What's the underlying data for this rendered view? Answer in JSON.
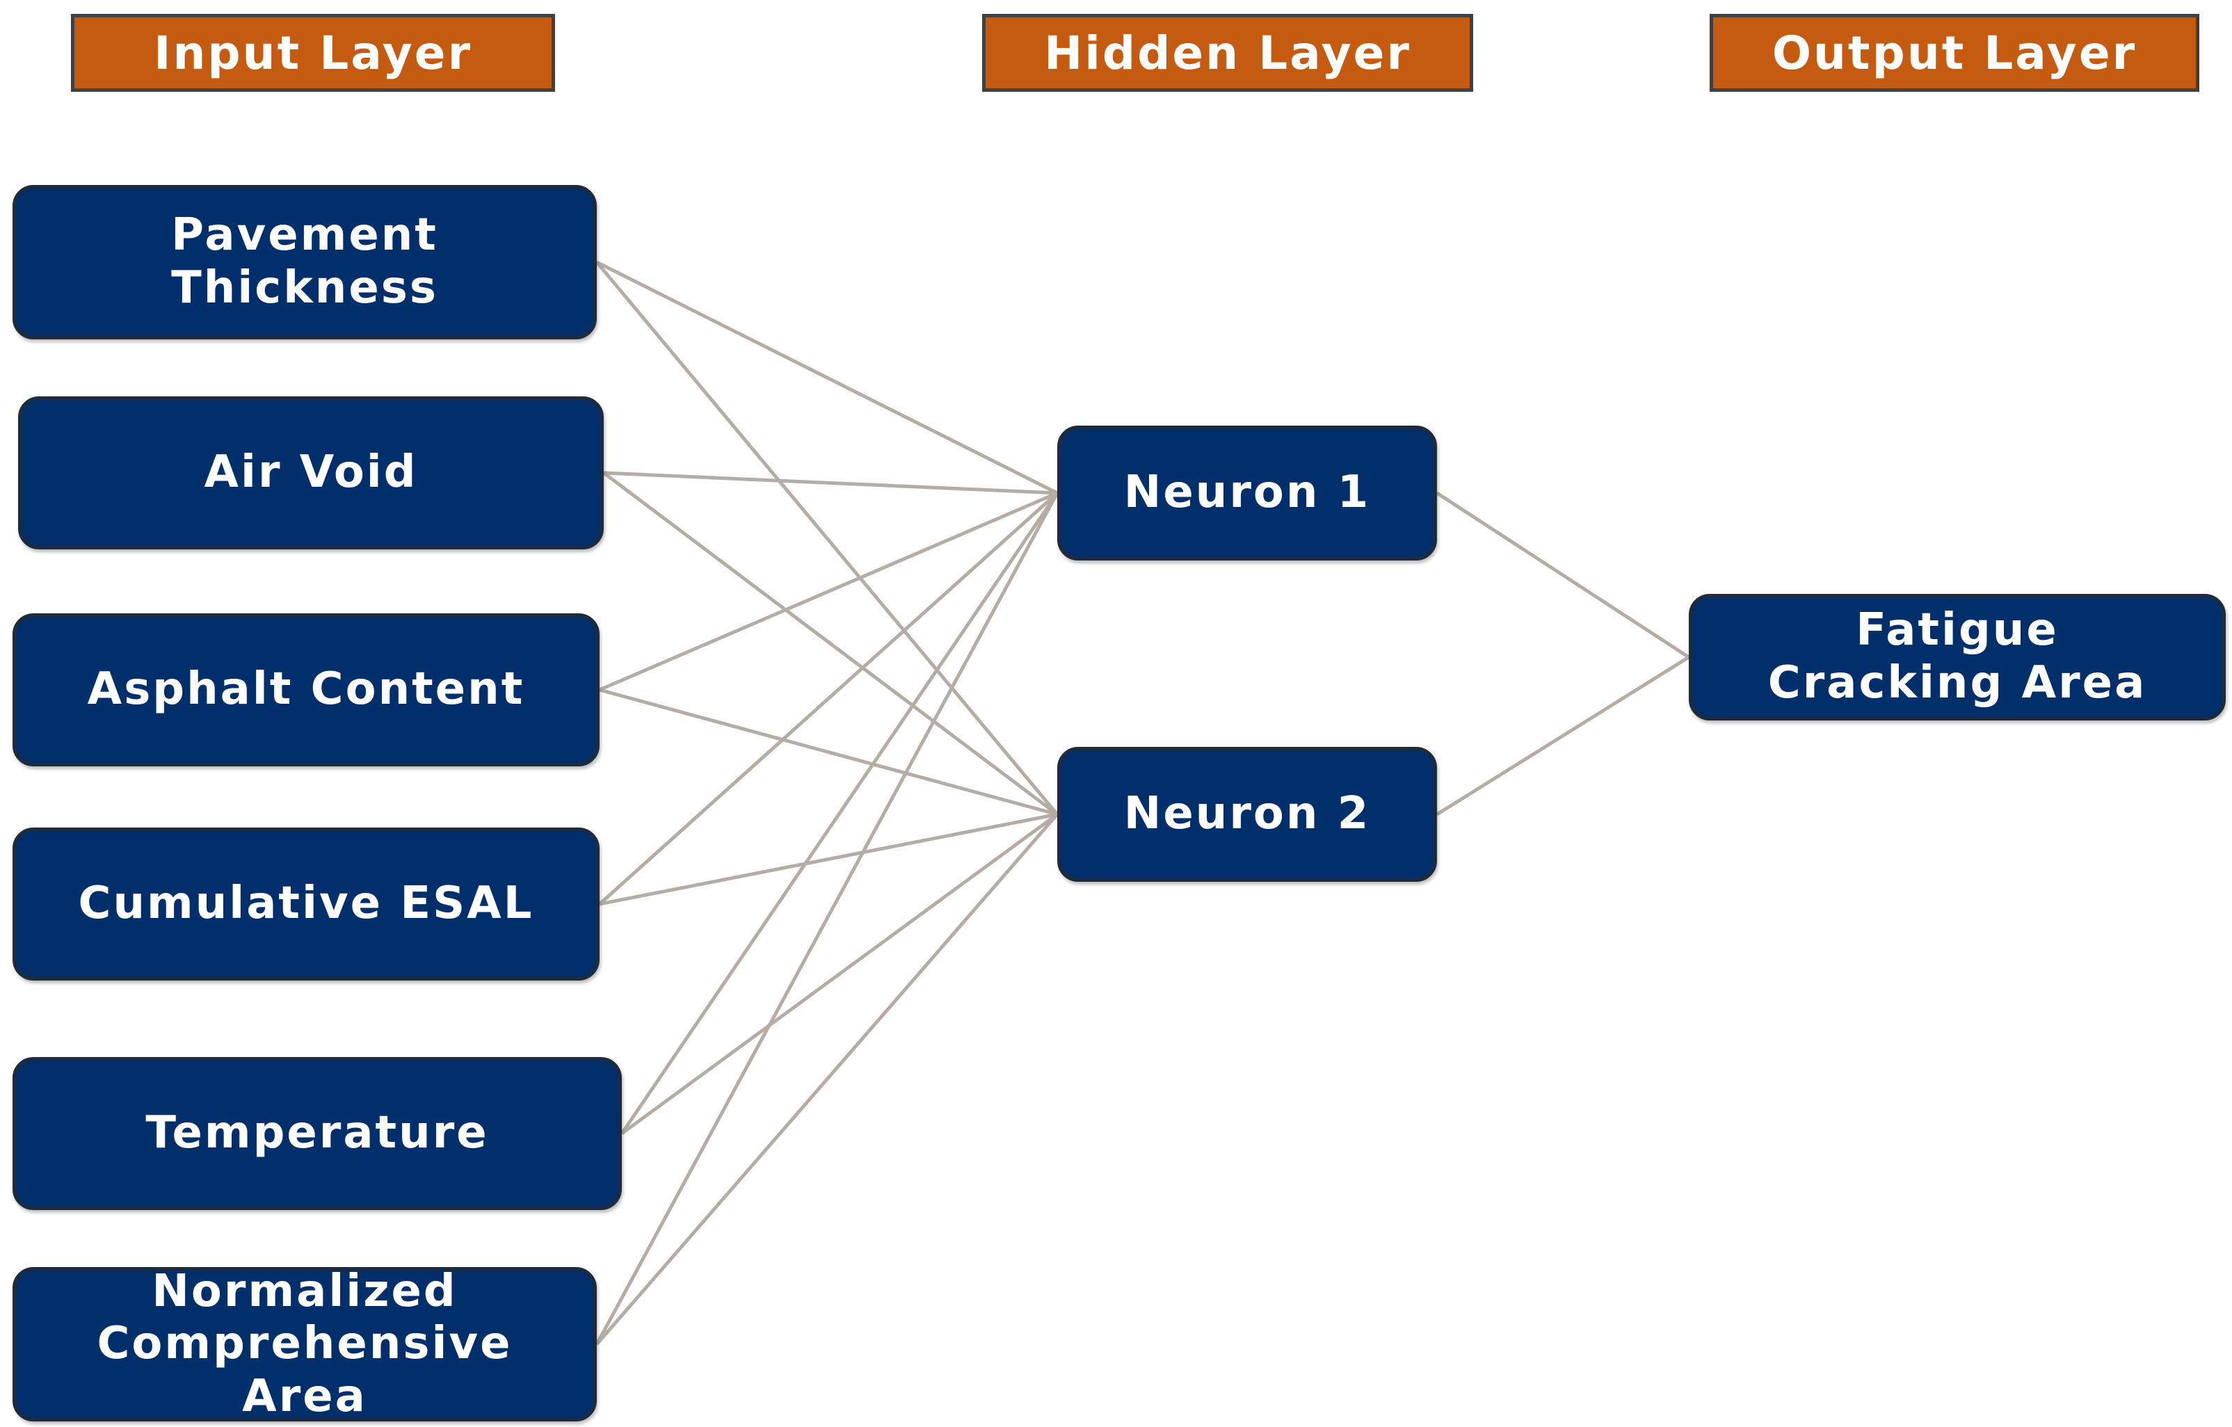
{
  "headers": {
    "input": "Input Layer",
    "hidden": "Hidden Layer",
    "output": "Output Layer"
  },
  "input_nodes": [
    {
      "id": "in1",
      "label": "Pavement\nThickness"
    },
    {
      "id": "in2",
      "label": "Air Void"
    },
    {
      "id": "in3",
      "label": "Asphalt Content"
    },
    {
      "id": "in4",
      "label": "Cumulative ESAL"
    },
    {
      "id": "in5",
      "label": "Temperature"
    },
    {
      "id": "in6",
      "label": "Normalized\nComprehensive\nArea"
    }
  ],
  "hidden_nodes": [
    {
      "id": "h1",
      "label": "Neuron 1"
    },
    {
      "id": "h2",
      "label": "Neuron 2"
    }
  ],
  "output_nodes": [
    {
      "id": "out1",
      "label": "Fatigue\nCracking Area"
    }
  ],
  "edges": [
    [
      "in1",
      "h1"
    ],
    [
      "in1",
      "h2"
    ],
    [
      "in2",
      "h1"
    ],
    [
      "in2",
      "h2"
    ],
    [
      "in3",
      "h1"
    ],
    [
      "in3",
      "h2"
    ],
    [
      "in4",
      "h1"
    ],
    [
      "in4",
      "h2"
    ],
    [
      "in5",
      "h1"
    ],
    [
      "in5",
      "h2"
    ],
    [
      "in6",
      "h1"
    ],
    [
      "in6",
      "h2"
    ],
    [
      "h1",
      "out1"
    ],
    [
      "h2",
      "out1"
    ]
  ],
  "colors": {
    "header_fill": "#c55a11",
    "node_fill": "#002f6c",
    "edge_stroke": "#b5ada4",
    "text": "#ffffff"
  }
}
